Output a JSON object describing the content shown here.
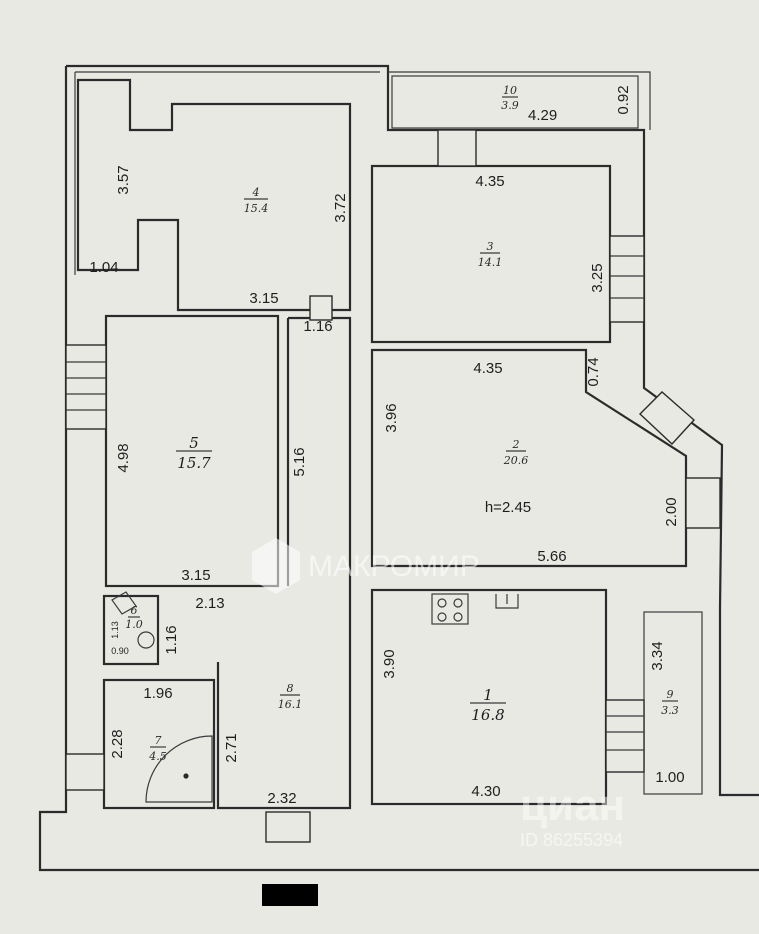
{
  "rooms": [
    {
      "number": "1",
      "area": "16.8"
    },
    {
      "number": "2",
      "area": "20.6",
      "height": "h=2.45"
    },
    {
      "number": "3",
      "area": "14.1"
    },
    {
      "number": "4",
      "area": "15.4"
    },
    {
      "number": "5",
      "area": "15.7"
    },
    {
      "number": "6",
      "area": "1.0"
    },
    {
      "number": "7",
      "area": "4.5"
    },
    {
      "number": "8",
      "area": "16.1"
    },
    {
      "number": "9",
      "area": "3.3"
    },
    {
      "number": "10",
      "area": "3.9"
    }
  ],
  "dimensions": {
    "r10_len": "4.29",
    "r10_w": "0.92",
    "r3_top": "4.35",
    "r3_side": "3.25",
    "r4_left": "3.57",
    "r4_right": "3.72",
    "r4_bottom": "3.15",
    "r4_niche": "1.04",
    "hall_top": "1.16",
    "r5_left": "4.98",
    "r5_right": "5.16",
    "r5_bottom": "3.15",
    "r2_top": "4.35",
    "r2_corner": "0.74",
    "r2_left": "3.96",
    "r2_right": "2.00",
    "r2_bottom": "5.66",
    "r6_w": "2.13",
    "r6_a": "1.13",
    "r6_b": "0.90",
    "r6_c": "1.16",
    "r7_top": "1.96",
    "r7_left": "2.28",
    "r7_right": "2.71",
    "r8_bottom": "2.32",
    "r1_left": "3.90",
    "r1_bottom": "4.30",
    "r9_len": "3.34",
    "r9_w": "1.00"
  },
  "watermarks": {
    "brand": "МАКРОМИР",
    "site": "циан",
    "listing_id": "ID 86255394"
  }
}
